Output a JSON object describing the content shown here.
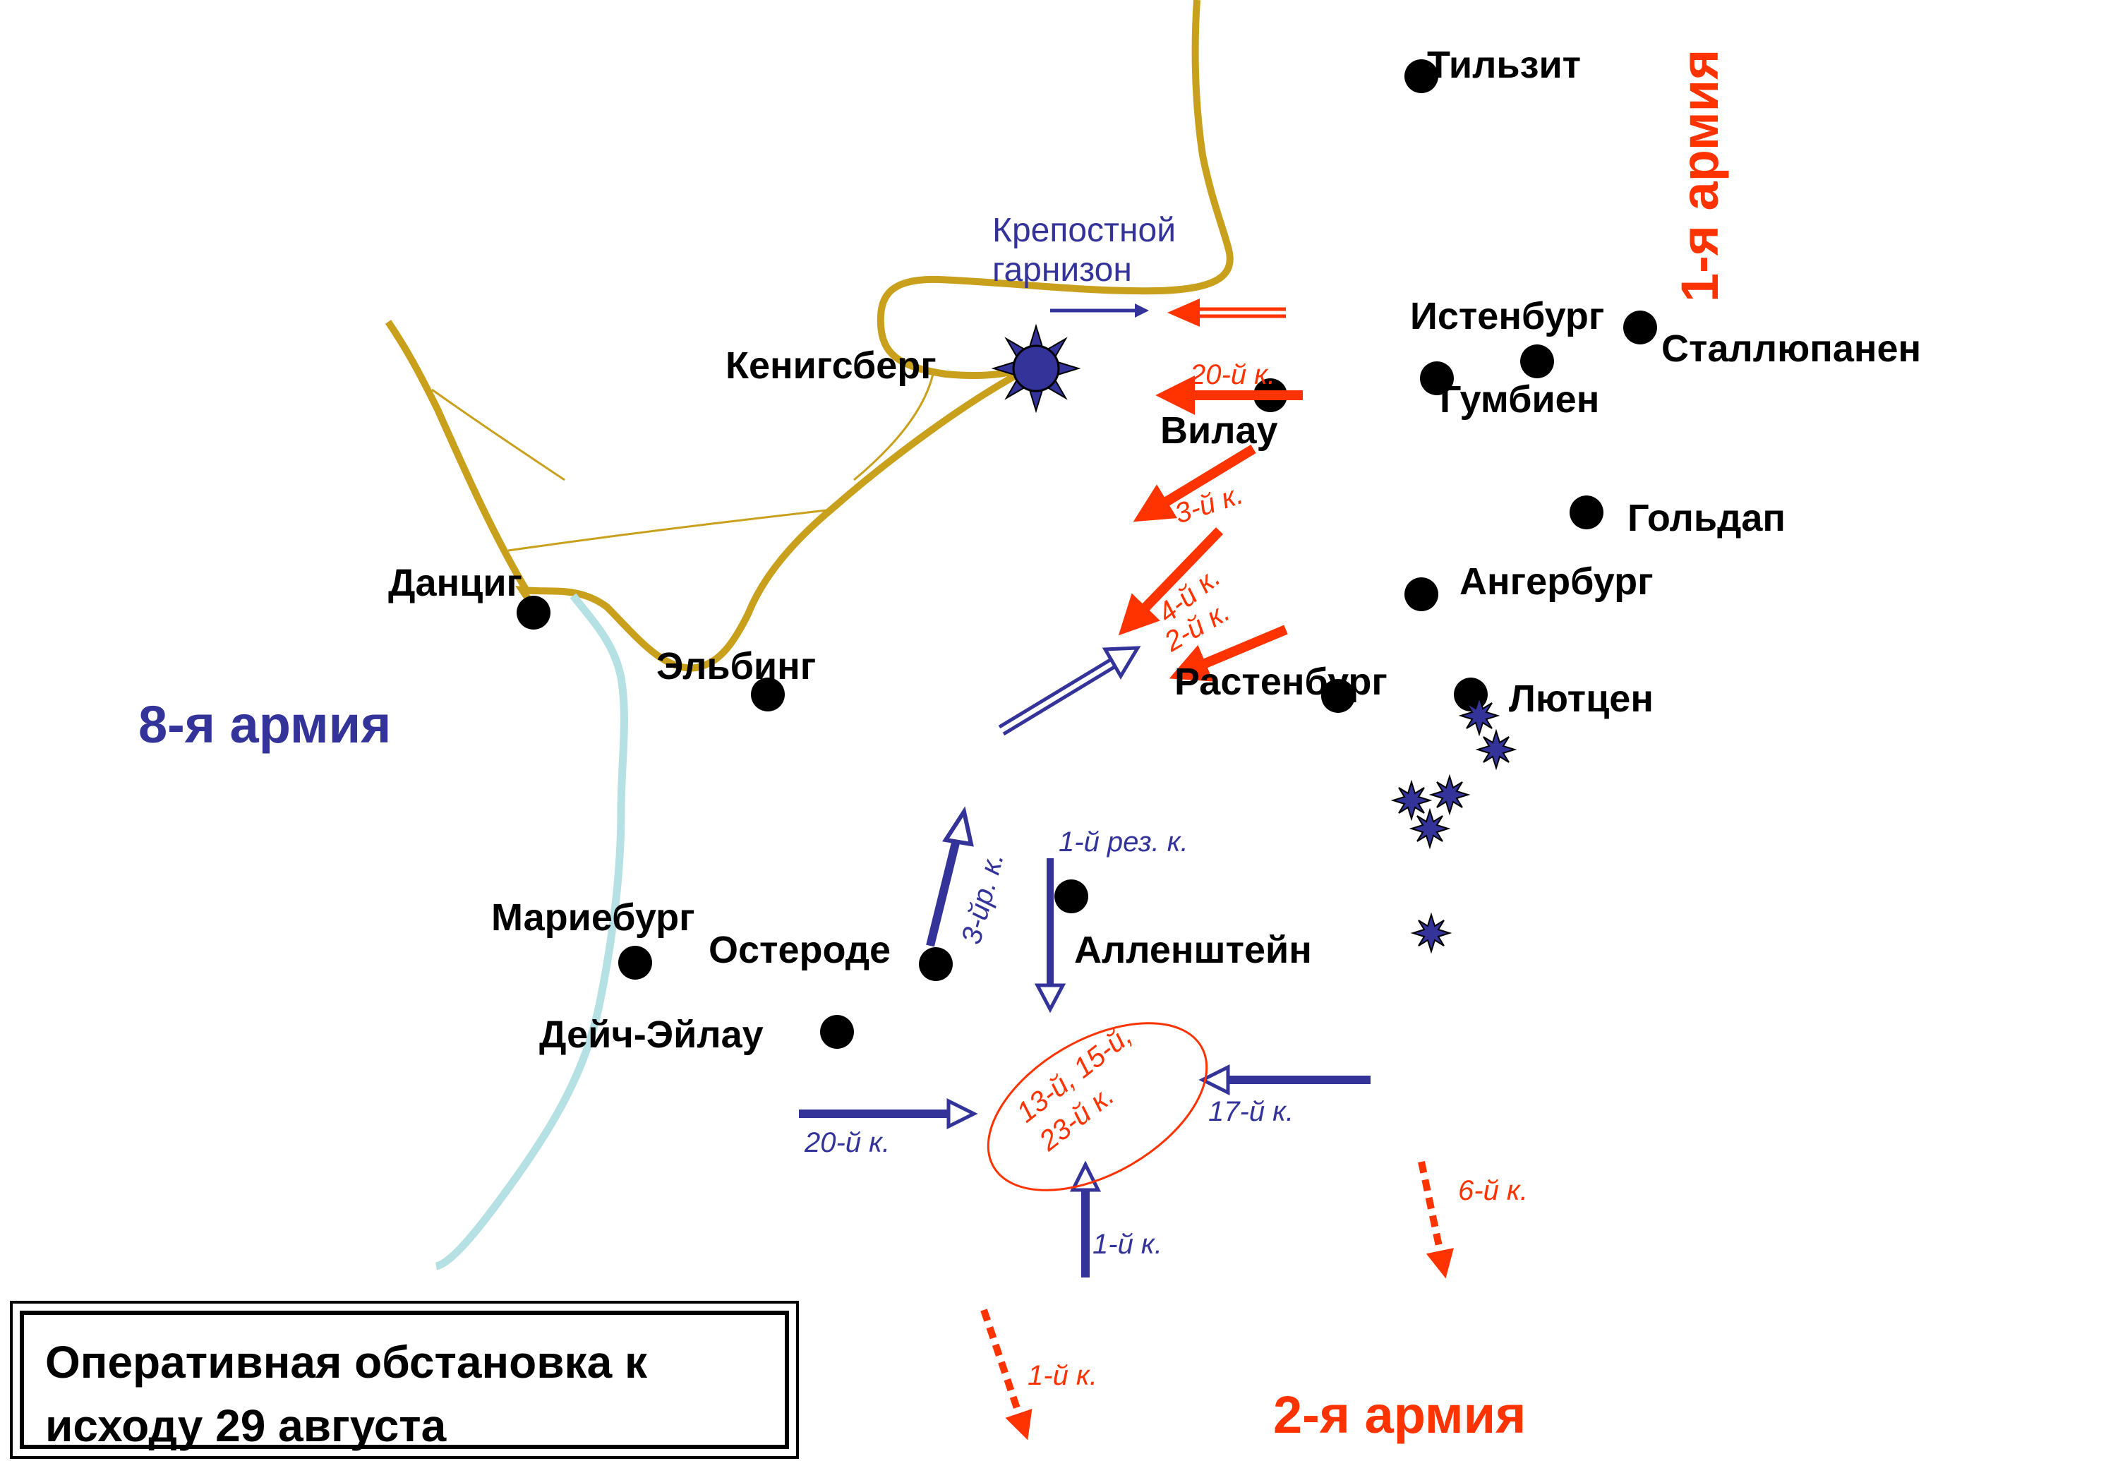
{
  "cities": [
    {
      "id": "tilsit",
      "label": "Тильзит"
    },
    {
      "id": "istenburg",
      "label": "Истенбург"
    },
    {
      "id": "stallupenen",
      "label": "Сталлюпанен"
    },
    {
      "id": "gumbinen",
      "label": "Гумбиен"
    },
    {
      "id": "vilau",
      "label": "Вилау"
    },
    {
      "id": "koenigsberg",
      "label": "Кенигсберг"
    },
    {
      "id": "goldap",
      "label": "Гольдап"
    },
    {
      "id": "angerburg",
      "label": "Ангербург"
    },
    {
      "id": "rastenburg",
      "label": "Растенбург"
    },
    {
      "id": "lutzen",
      "label": "Лютцен"
    },
    {
      "id": "danzig",
      "label": "Данциг"
    },
    {
      "id": "elbing",
      "label": "Эльбинг"
    },
    {
      "id": "marienburg",
      "label": "Мариебург"
    },
    {
      "id": "osterode",
      "label": "Остероде"
    },
    {
      "id": "allenstein",
      "label": "Алленштейн"
    },
    {
      "id": "deutsch-eylau",
      "label": "Дейч-Эйлау"
    }
  ],
  "garrison": {
    "line1": "Крепостной",
    "line2": "гарнизон"
  },
  "corps_labels": {
    "red_20": "20-й к.",
    "red_3": "3-й к.",
    "red_4": "4-й к.",
    "red_2": "2-й к.",
    "red_6": "6-й к.",
    "red_1": "1-й к.",
    "blue_1_res": "1-й рез. к.",
    "blue_3_res": "3-йр. к.",
    "blue_20": "20-й к.",
    "blue_17": "17-й к.",
    "blue_1": "1-й к.",
    "encircled_line1": "13-й, 15-й,",
    "encircled_line2": "23-й к."
  },
  "armies": {
    "first": "1-я армия",
    "second": "2-я армия",
    "eighth": "8-я армия"
  },
  "caption": {
    "line1": "Оперативная обстановка к",
    "line2": "исходу 29 августа"
  },
  "colors": {
    "russian": "#ff3300",
    "german": "#333399",
    "coast": "#c9a01c",
    "river": "#b5e0e4"
  },
  "icons": {
    "city": "filled-circle",
    "fortress": "star-burst-icon",
    "battle": "small-star-burst-icon"
  }
}
